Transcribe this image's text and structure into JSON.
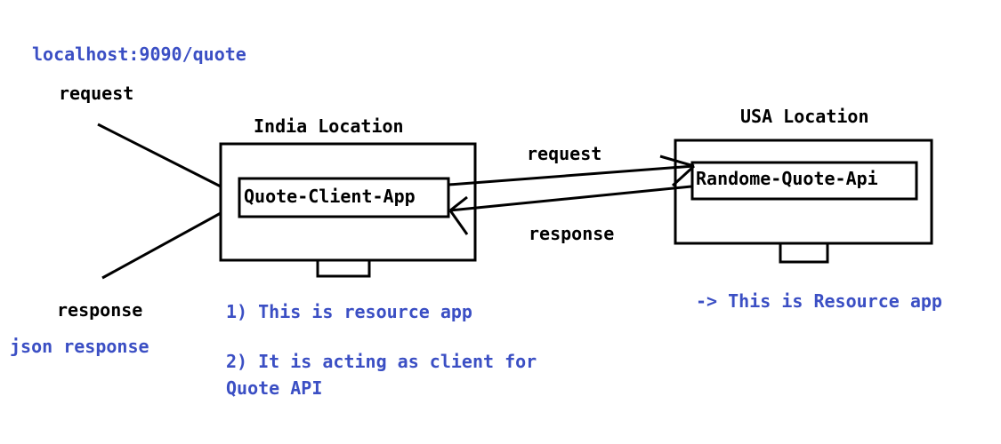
{
  "colors": {
    "blue_text": "#3b4fc4",
    "black_text": "#000000",
    "line": "#000000"
  },
  "endpoint": "localhost:9090/quote",
  "left_side": {
    "request_label": "request",
    "response_label": "response",
    "json_response_label": "json response"
  },
  "india": {
    "title": "India Location",
    "app_label": "Quote-Client-App",
    "note_1": "1) This is resource app",
    "note_2_line_1": "2) It is acting as client for",
    "note_2_line_2": "Quote API"
  },
  "middle": {
    "request_label": "request",
    "response_label": "response"
  },
  "usa": {
    "title": "USA Location",
    "app_label": "Randome-Quote-Api",
    "note": "-> This is Resource app"
  }
}
